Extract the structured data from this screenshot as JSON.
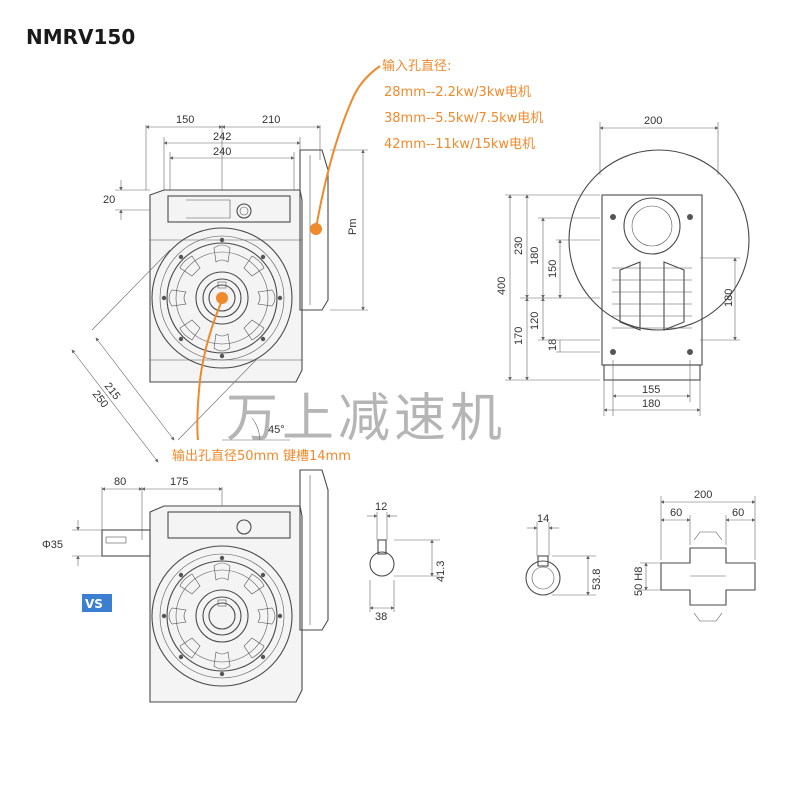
{
  "title": "NMRV150",
  "input_note": {
    "heading": "输入孔直径:",
    "lines": [
      "28mm--2.2kw/3kw电机",
      "38mm--5.5kw/7.5kw电机",
      "42mm--11kw/15kw电机"
    ]
  },
  "output_note": "输出孔直径50mm 键槽14mm",
  "watermark": "万上减速机",
  "badge": "VS",
  "dims": {
    "d150": "150",
    "d210": "210",
    "d242": "242",
    "d240": "240",
    "d20": "20",
    "pm": "Pm",
    "d215": "215",
    "d250": "250",
    "d45": "45°",
    "r200": "200",
    "r400": "400",
    "r230": "230",
    "r180a": "180",
    "r150": "150",
    "r120": "120",
    "r170": "170",
    "r18": "18",
    "r180b": "180",
    "r155": "155",
    "r180c": "180",
    "b80": "80",
    "b175": "175",
    "phi35": "Φ35",
    "k12": "12",
    "k413": "41.3",
    "k38": "38",
    "s14": "14",
    "s538": "53.8",
    "h200": "200",
    "h60a": "60",
    "h60b": "60",
    "h50": "50 H8"
  },
  "colors": {
    "accent": "#ef8a2c",
    "badge": "#3a7fd0",
    "line": "#4a4a4a"
  }
}
